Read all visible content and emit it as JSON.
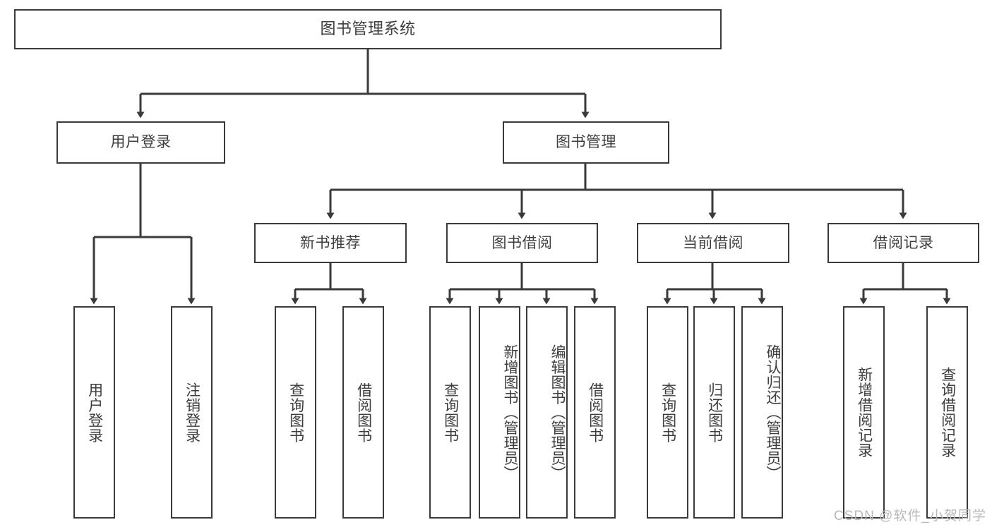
{
  "diagram": {
    "title": "图书管理系统",
    "type": "tree-diagram",
    "stroke_color": "#3a3a3a",
    "background_color": "#ffffff",
    "text_color": "#3d3d3d",
    "root": {
      "label": "图书管理系统"
    },
    "level2": [
      {
        "label": "用户登录"
      },
      {
        "label": "图书管理"
      }
    ],
    "level3": [
      {
        "label": "新书推荐"
      },
      {
        "label": "图书借阅"
      },
      {
        "label": "当前借阅"
      },
      {
        "label": "借阅记录"
      }
    ],
    "leaves": {
      "user_login": [
        {
          "label": "用户登录"
        },
        {
          "label": "注销登录"
        }
      ],
      "new_book_recommend": [
        {
          "label": "查询图书"
        },
        {
          "label": "借阅图书"
        }
      ],
      "book_borrow": [
        {
          "label": "查询图书"
        },
        {
          "label": "新增图书（管理员）"
        },
        {
          "label": "编辑图书（管理员）"
        },
        {
          "label": "借阅图书"
        }
      ],
      "current_borrow": [
        {
          "label": "查询图书"
        },
        {
          "label": "归还图书"
        },
        {
          "label": "确认归还（管理员）"
        }
      ],
      "borrow_record": [
        {
          "label": "新增借阅记录"
        },
        {
          "label": "查询借阅记录"
        }
      ]
    }
  },
  "watermark": {
    "text": "CSDN @软件_小贺同学"
  }
}
